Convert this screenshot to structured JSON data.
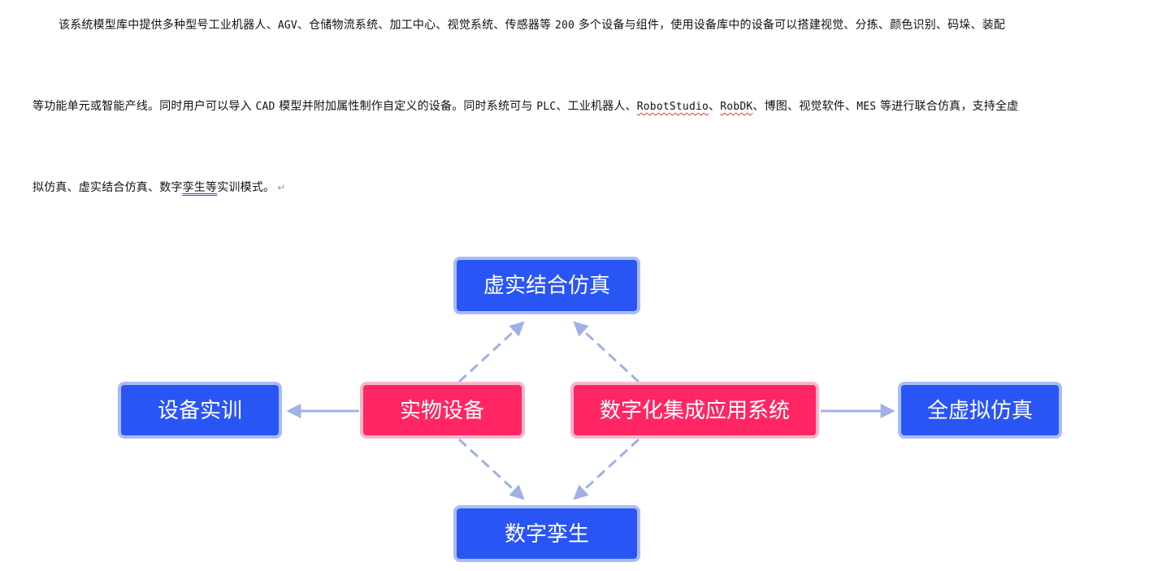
{
  "document": {
    "line1": {
      "a": "该系统模型库中提供多种型号工业机器人、",
      "b": "AGV",
      "c": "、仓储物流系统、加工中心、视觉系统、传感器等 ",
      "d": "200",
      "e": " 多个设备与组件，使用设备库中的设备可以搭建视觉、分拣、颜色识别、码垛、装配"
    },
    "line2": {
      "a": "等功能单元或智能产线。同时用户可以导入 ",
      "b": "CAD",
      "c": " 模型并附加属性制作自定义的设备。同时系统可与 ",
      "d": "PLC",
      "e": "、工业机器人、",
      "f": "RobotStudio",
      "g": "、",
      "h": "RobDK",
      "i": "、博图、视觉软件、",
      "j": "MES",
      "k": " 等进行联合仿真，支持全虚"
    },
    "line3": {
      "a": "拟仿真、虚实结合仿真、数字",
      "b": "孪生等",
      "c": "实训模式。",
      "mark": "↵"
    }
  },
  "diagram": {
    "colors": {
      "blue_node": "#2a55f5",
      "blue_border": "#a9bcf2",
      "pink_node": "#ff2663",
      "pink_border": "#f7b6c9",
      "arrow": "#9fb1e5"
    },
    "nodes": {
      "top": "虚实结合仿真",
      "left": "设备实训",
      "physical": "实物设备",
      "digital": "数字化集成应用系统",
      "right": "全虚拟仿真",
      "bottom": "数字孪生"
    }
  }
}
